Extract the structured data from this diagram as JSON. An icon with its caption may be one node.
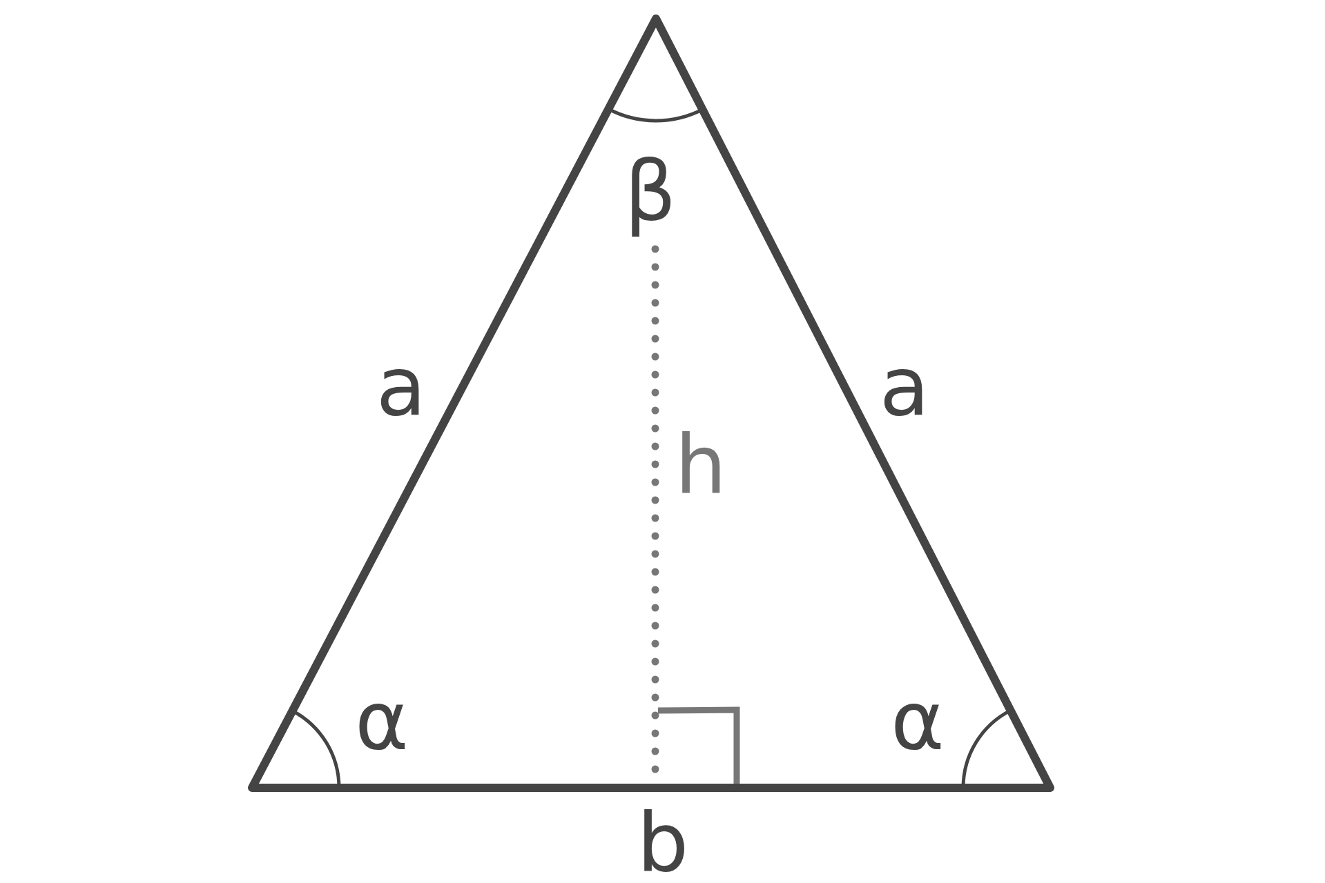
{
  "diagram": {
    "labels": [
      "β",
      "a",
      "a",
      "h",
      "α",
      "α",
      "b"
    ]
  }
}
